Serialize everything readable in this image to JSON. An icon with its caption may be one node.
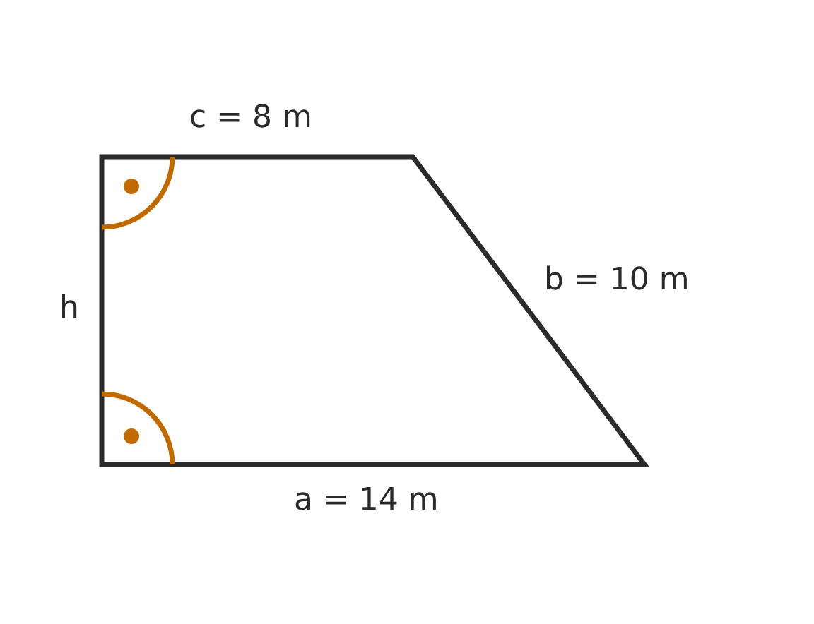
{
  "diagram": {
    "labels": [
      "c = 8 m",
      "b = 10 m",
      "h",
      "a = 14 m"
    ]
  }
}
